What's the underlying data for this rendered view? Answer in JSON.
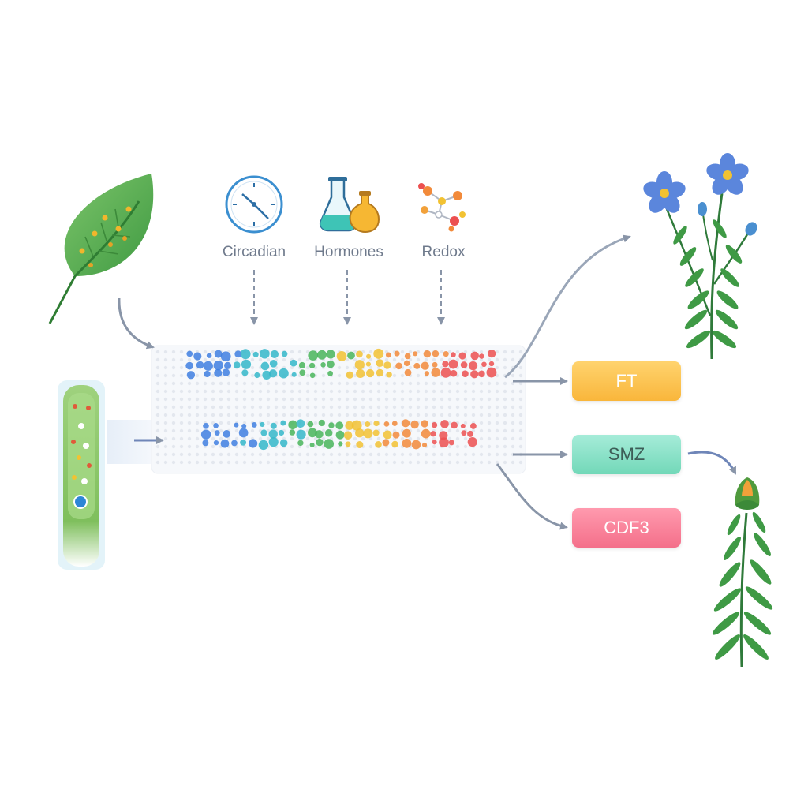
{
  "signals": [
    {
      "label": "Circadian",
      "icon": "clock-icon"
    },
    {
      "label": "Hormones",
      "icon": "flask-icon"
    },
    {
      "label": "Redox",
      "icon": "molecule-icon"
    }
  ],
  "genes": [
    {
      "label": "FT",
      "color": "#f9b63b"
    },
    {
      "label": "SMZ",
      "color": "#72d8b8"
    },
    {
      "label": "CDF3",
      "color": "#f46f8a"
    }
  ],
  "icons": {
    "leaf": "leaf-icon",
    "meristem": "shoot-apex-icon",
    "flowering": "flowering-plant-icon",
    "vegetative": "bud-plant-icon",
    "matrix": "expression-matrix"
  },
  "colors": {
    "arrow": "#8995a8",
    "dot_spectrum": [
      "#3f7fe0",
      "#34b7c9",
      "#49b55a",
      "#f2c232",
      "#f28a3a",
      "#ec5050"
    ],
    "leaf": "#5fae4e",
    "flower": "#5b86dc"
  }
}
